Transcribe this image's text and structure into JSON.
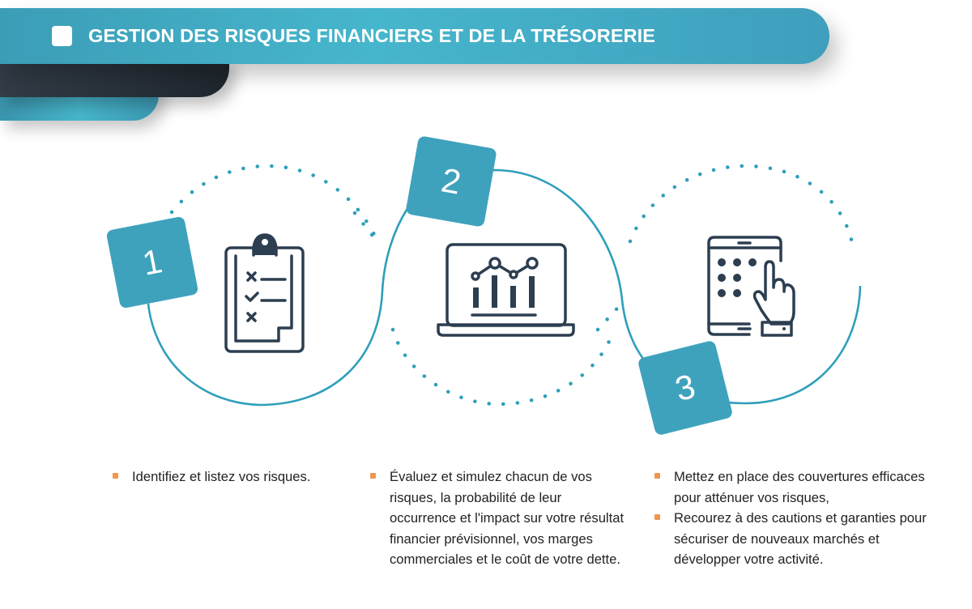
{
  "header": {
    "title": "GESTION DES RISQUES FINANCIERS ET DE LA TRÉSORERIE",
    "bar_color": "#43aac4",
    "accent_dark": "#232b33"
  },
  "steps": [
    {
      "number": "1",
      "icon": "clipboard-checklist-icon",
      "bullets": [
        "Identifiez et listez vos risques."
      ]
    },
    {
      "number": "2",
      "icon": "laptop-chart-icon",
      "bullets": [
        "Évaluez et simulez chacun de vos risques, la probabilité de leur occurrence et l'impact sur votre résultat financier prévisionnel, vos marges commerciales et le coût de votre dette."
      ]
    },
    {
      "number": "3",
      "icon": "tablet-touch-icon",
      "bullets": [
        "Mettez en place des couvertures efficaces pour atténuer vos risques,",
        "Recourez à des cautions et garanties pour sécuriser de nouveaux marchés et développer votre activité."
      ]
    }
  ],
  "colors": {
    "badge": "#3fa2bd",
    "line": "#2e9fbb",
    "icon": "#2c3e50",
    "bullet": "#f0964f",
    "text": "#222222"
  }
}
